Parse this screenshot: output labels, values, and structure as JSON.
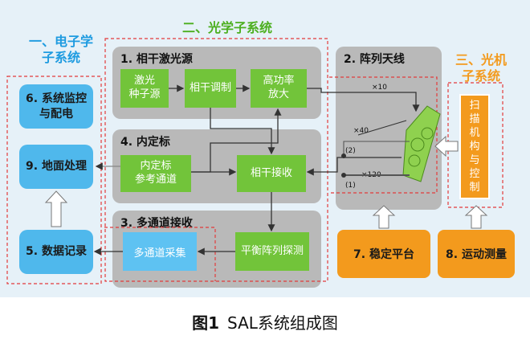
{
  "section_labels": {
    "electronic": "一、电子学\n子系统",
    "photonic": "二、光学子系统",
    "optomechanical": "三、光机\n子系统"
  },
  "groups": {
    "coherent_laser": "1. 相干激光源",
    "array_antenna": "2. 阵列天线",
    "multichannel_receive": "3. 多通道接收",
    "internal_calibration": "4. 内定标"
  },
  "blocks": {
    "laser_seed": "激光\n种子源",
    "coherent_modulation": "相干调制",
    "high_power_amp": "高功率\n放大",
    "internal_cal_ref": "内定标\n参考通道",
    "coherent_receive": "相干接收",
    "balanced_detection": "平衡阵列探测",
    "multichannel_acquisition": "多通道采集",
    "system_monitor": "6. 系统监控\n与配电",
    "ground_processing": "9. 地面处理",
    "data_record": "5. 数据记录",
    "stable_platform": "7. 稳定平台",
    "motion_measurement": "8. 运动测量",
    "scan_control": "扫\n描\n机\n构\n与\n控\n制"
  },
  "annotations": {
    "x10": "×10",
    "x40": "×40",
    "x120": "×120",
    "path1": "(1)",
    "path2": "(2)"
  },
  "caption": {
    "figure": "图1",
    "text": "SAL系统组成图"
  },
  "colors": {
    "panel_background": "#e6f1f8",
    "green_block": "#72c43a",
    "blue_block": "#4fb8ec",
    "orange_block": "#f39a1d",
    "gray_group": "#b9b9b9",
    "red_dashed": "#e23b3b",
    "electronic_label": "#1e9be0",
    "photonic_label": "#4caf1f",
    "optomechanical_label": "#f39a1d"
  }
}
